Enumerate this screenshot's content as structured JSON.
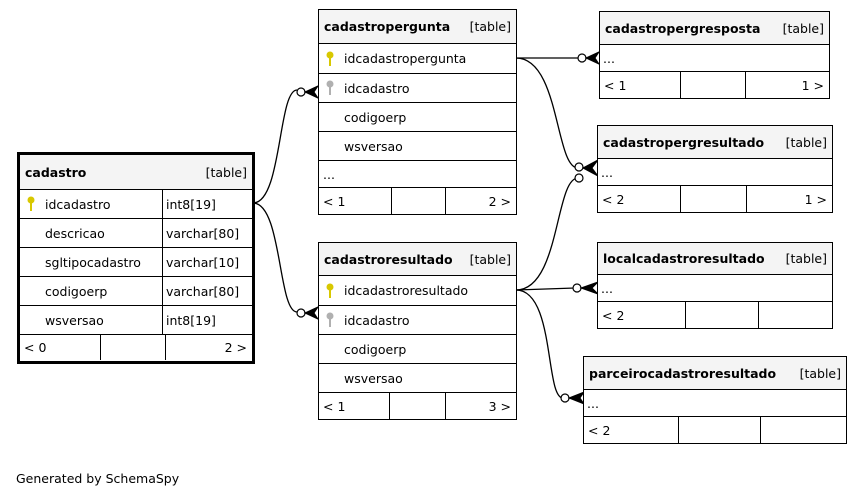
{
  "tables": {
    "cadastro": {
      "name": "cadastro",
      "kind": "[table]",
      "columns": [
        {
          "name": "idcadastro",
          "type": "int8[19]",
          "key": "primary"
        },
        {
          "name": "descricao",
          "type": "varchar[80]",
          "key": ""
        },
        {
          "name": "sgltipocadastro",
          "type": "varchar[10]",
          "key": ""
        },
        {
          "name": "codigoerp",
          "type": "varchar[80]",
          "key": ""
        },
        {
          "name": "wsversao",
          "type": "int8[19]",
          "key": ""
        }
      ],
      "footer": {
        "left": "< 0",
        "right": "2 >"
      }
    },
    "cadastropergunta": {
      "name": "cadastropergunta",
      "kind": "[table]",
      "columns": [
        {
          "name": "idcadastropergunta",
          "key": "primary"
        },
        {
          "name": "idcadastro",
          "key": "foreign"
        },
        {
          "name": "codigoerp",
          "key": ""
        },
        {
          "name": "wsversao",
          "key": ""
        },
        {
          "name": "...",
          "key": ""
        }
      ],
      "footer": {
        "left": "< 1",
        "right": "2 >"
      }
    },
    "cadastroresultado": {
      "name": "cadastroresultado",
      "kind": "[table]",
      "columns": [
        {
          "name": "idcadastroresultado",
          "key": "primary"
        },
        {
          "name": "idcadastro",
          "key": "foreign"
        },
        {
          "name": "codigoerp",
          "key": ""
        },
        {
          "name": "wsversao",
          "key": ""
        }
      ],
      "footer": {
        "left": "< 1",
        "right": "3 >"
      }
    },
    "cadastropergresposta": {
      "name": "cadastropergresposta",
      "kind": "[table]",
      "columns": [
        {
          "name": "...",
          "key": ""
        }
      ],
      "footer": {
        "left": "< 1",
        "right": "1 >"
      }
    },
    "cadastropergresultado": {
      "name": "cadastropergresultado",
      "kind": "[table]",
      "columns": [
        {
          "name": "...",
          "key": ""
        }
      ],
      "footer": {
        "left": "< 2",
        "right": "1 >"
      }
    },
    "localcadastroresultado": {
      "name": "localcadastroresultado",
      "kind": "[table]",
      "columns": [
        {
          "name": "...",
          "key": ""
        }
      ],
      "footer": {
        "left": "< 2",
        "right": ""
      }
    },
    "parceirocadastroresultado": {
      "name": "parceirocadastroresultado",
      "kind": "[table]",
      "columns": [
        {
          "name": "...",
          "key": ""
        }
      ],
      "footer": {
        "left": "< 2",
        "right": ""
      }
    }
  },
  "colors": {
    "primary_key": "#d8c800",
    "foreign_key": "#b0b0b0",
    "header_bg": "#f4f4f4"
  },
  "footer_text": "Generated by SchemaSpy"
}
